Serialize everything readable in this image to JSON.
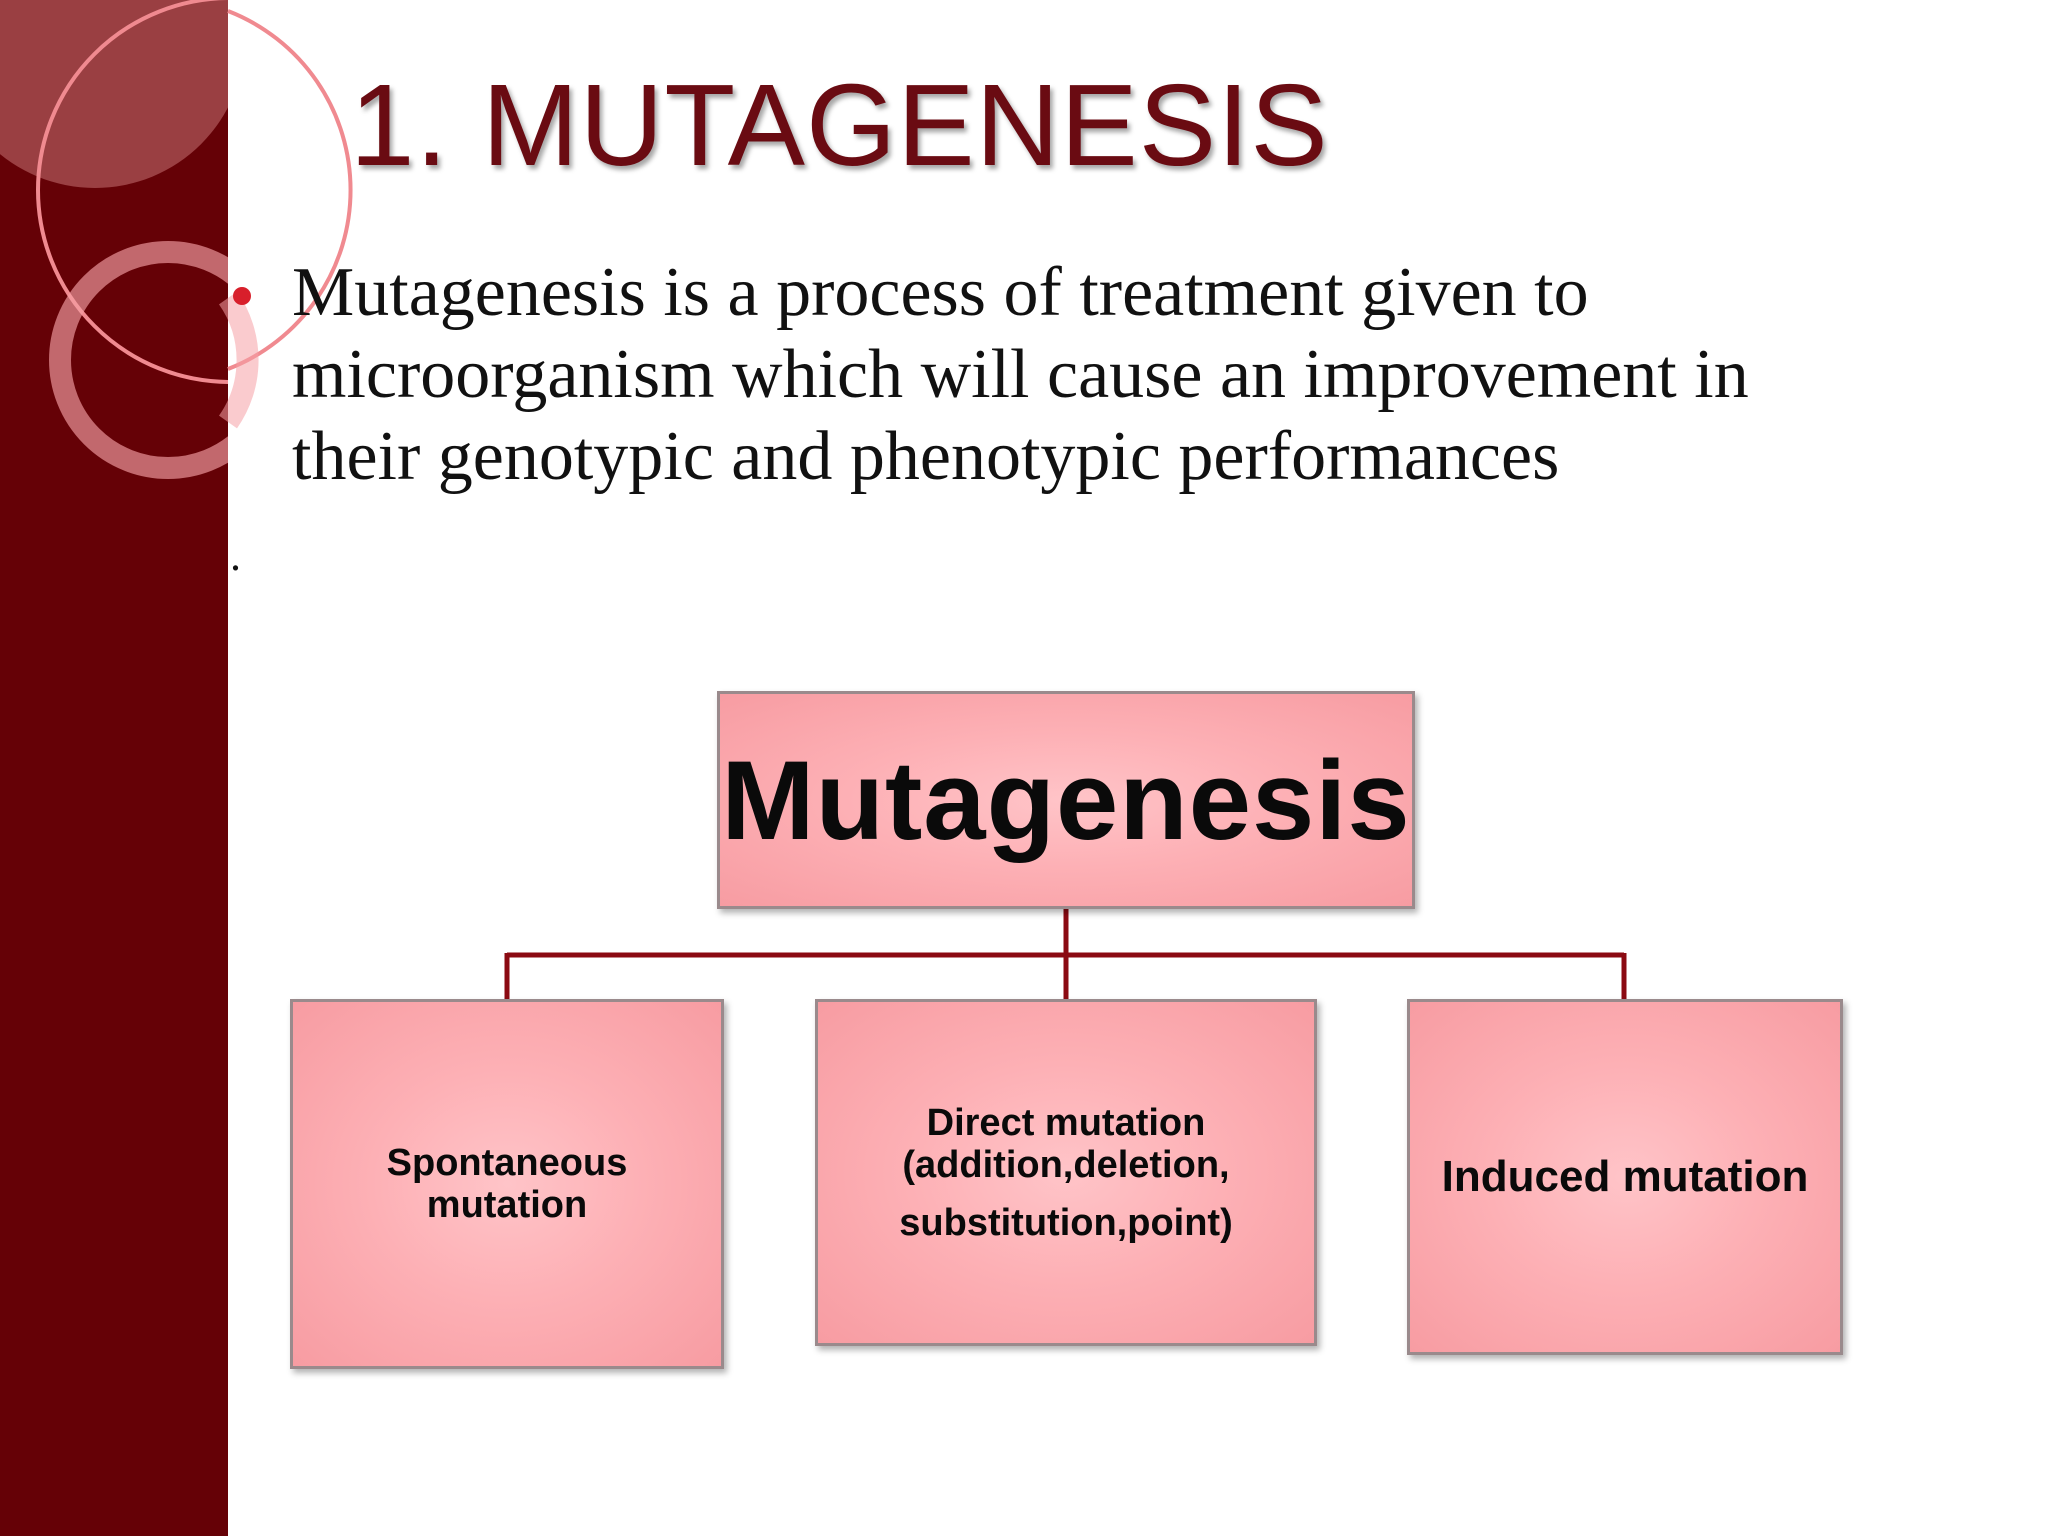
{
  "slide": {
    "title": "1.  MUTAGENESIS",
    "bullet": "Mutagenesis is a process of treatment given to microorganism which will cause an improvement in their genotypic and phenotypic performances",
    "stray_mark": ".",
    "colors": {
      "side_band": "#650106",
      "title": "#6a0b12",
      "bullet_dot": "#d81f2b",
      "node_fill": "#fdb0b5",
      "connector": "#8b0a12"
    }
  },
  "diagram": {
    "root": "Mutagenesis",
    "children": [
      {
        "lines": [
          "Spontaneous",
          "mutation"
        ]
      },
      {
        "lines": [
          "Direct mutation",
          "(addition,deletion,",
          "substitution,point)"
        ]
      },
      {
        "lines": [
          "Induced mutation"
        ]
      }
    ]
  }
}
